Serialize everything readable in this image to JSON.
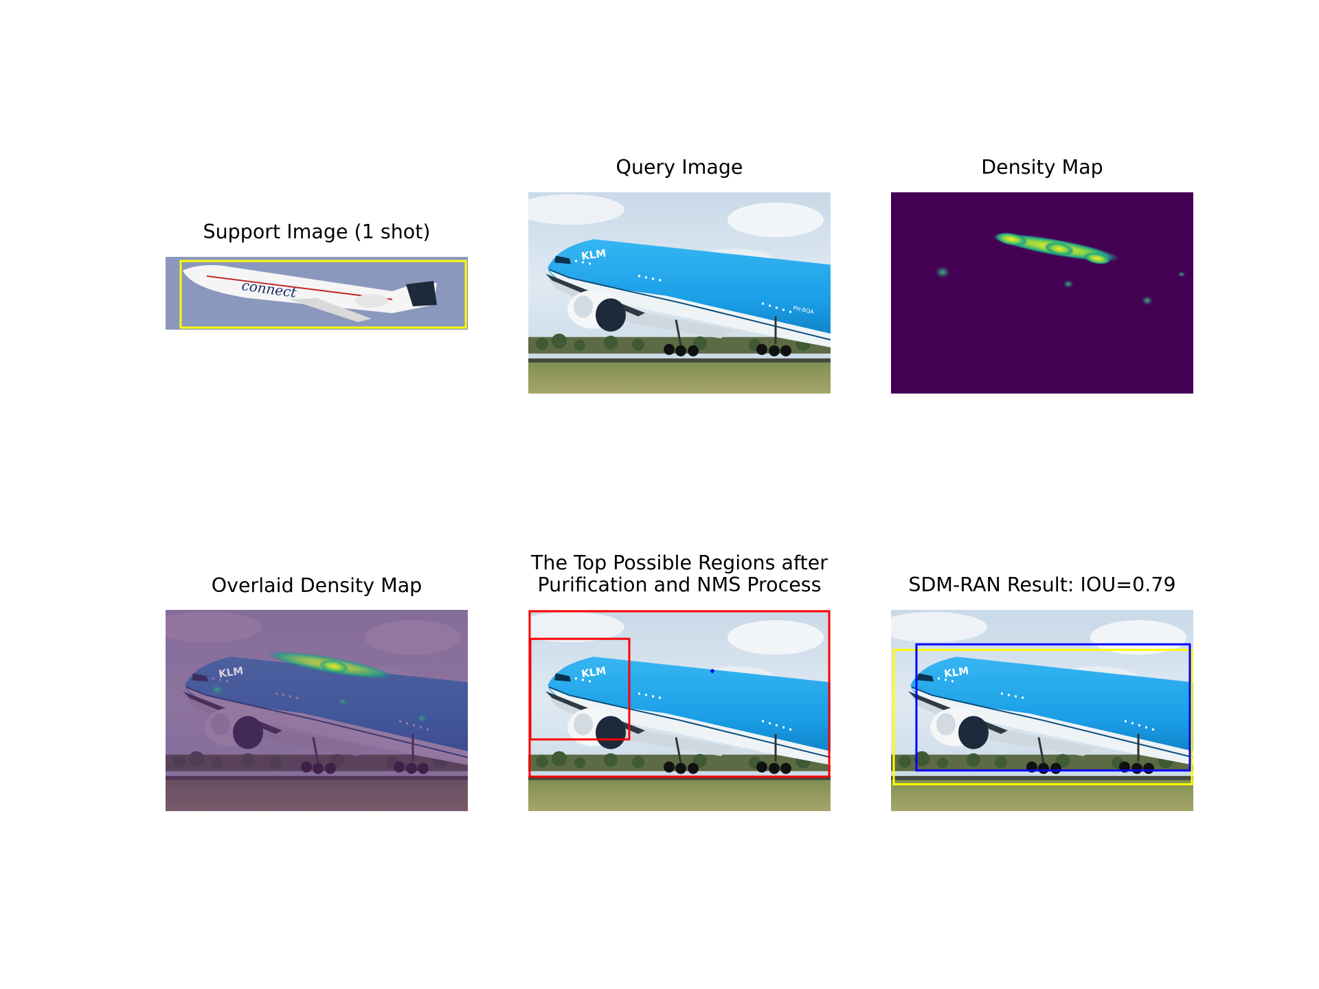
{
  "panels": {
    "support": {
      "title": "Support Image (1 shot)",
      "box_color": "#ffff00"
    },
    "query": {
      "title": "Query Image"
    },
    "density": {
      "title": "Density Map",
      "background_color": "#440154"
    },
    "overlay": {
      "title": "Overlaid Density Map"
    },
    "regions": {
      "title_line1": "The Top Possible Regions after",
      "title_line2": "Purification and NMS Process",
      "box_color": "#ff0000"
    },
    "result": {
      "title": "SDM-RAN Result: IOU=0.79",
      "ground_truth_color": "#ffff00",
      "prediction_color": "#0000ff"
    }
  },
  "image_text": {
    "airline_logo": "KLM",
    "registration": "PH-BQA",
    "support_livery": "connect"
  }
}
